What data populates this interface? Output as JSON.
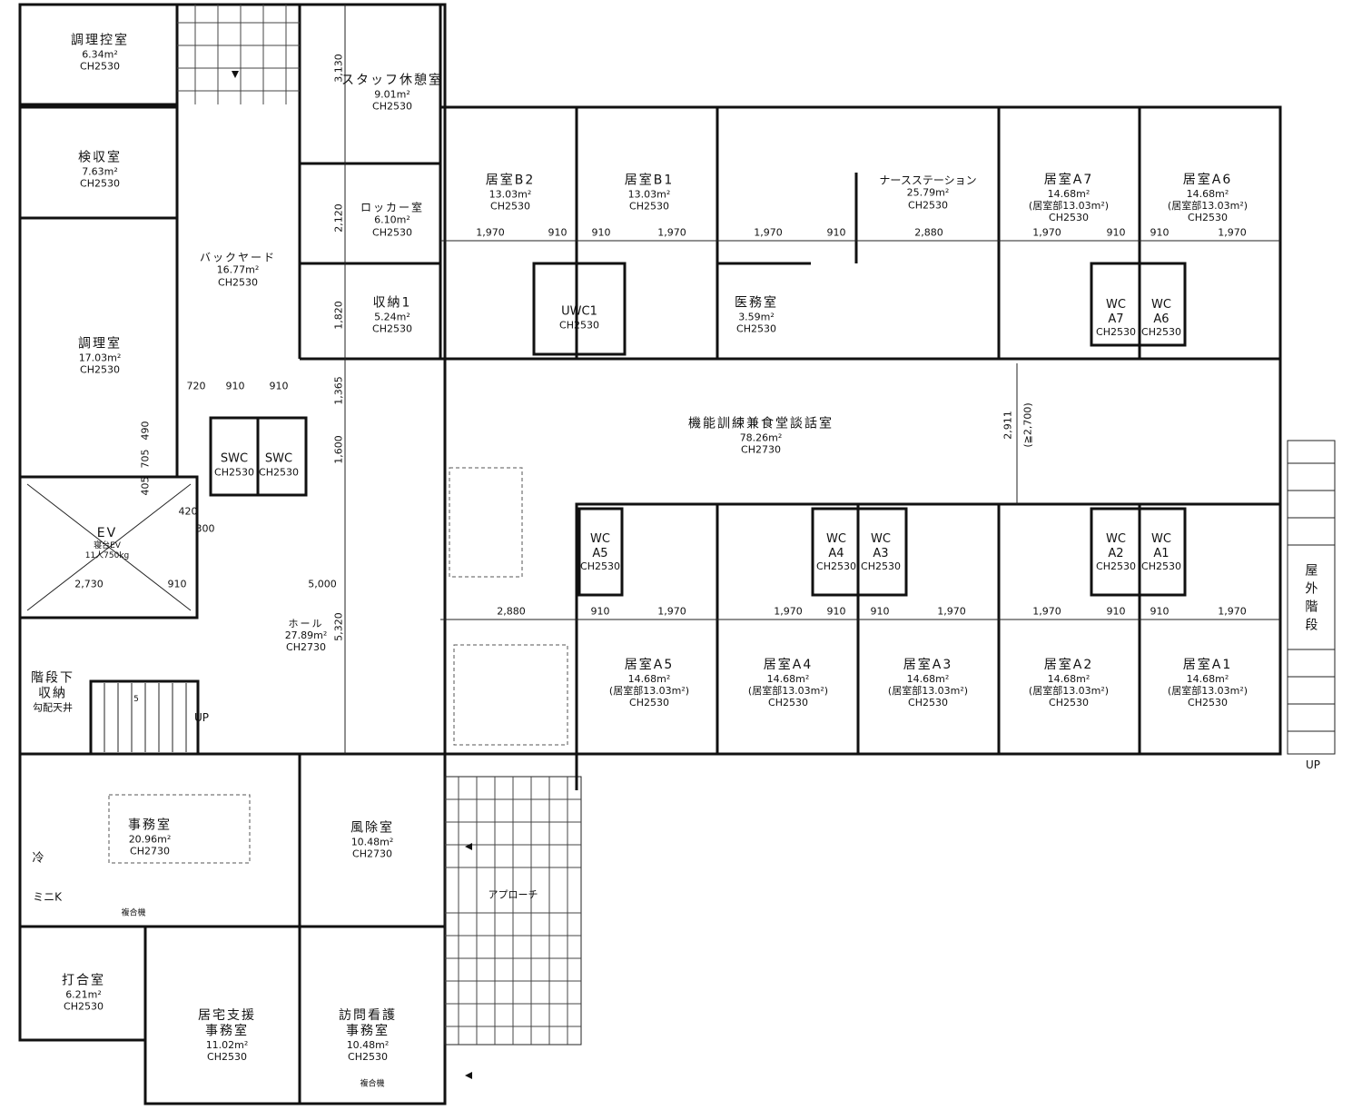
{
  "rooms": [
    {
      "name": "調理控室",
      "area": "6.34m²",
      "ch": "CH2530"
    },
    {
      "name": "検収室",
      "area": "7.63m²",
      "ch": "CH2530"
    },
    {
      "name": "調理室",
      "area": "17.03m²",
      "ch": "CH2530"
    },
    {
      "name": "バックヤード",
      "area": "16.77m²",
      "ch": "CH2530"
    },
    {
      "name": "スタッフ休憩室",
      "area": "9.01m²",
      "ch": "CH2530"
    },
    {
      "name": "ロッカー室",
      "area": "6.10m²",
      "ch": "CH2530"
    },
    {
      "name": "収納1",
      "area": "5.24m²",
      "ch": "CH2530"
    },
    {
      "name": "居室B2",
      "area": "13.03m²",
      "ch": "CH2530"
    },
    {
      "name": "居室B1",
      "area": "13.03m²",
      "ch": "CH2530"
    },
    {
      "name": "ナースステーション",
      "area": "25.79m²",
      "ch": "CH2530"
    },
    {
      "name": "居室A7",
      "area": "14.68m²",
      "sub": "(居室部13.03m²)",
      "ch": "CH2530"
    },
    {
      "name": "居室A6",
      "area": "14.68m²",
      "sub": "(居室部13.03m²)",
      "ch": "CH2530"
    },
    {
      "name": "UWC1",
      "ch": "CH2530"
    },
    {
      "name": "医務室",
      "area": "3.59m²",
      "ch": "CH2530"
    },
    {
      "name": "WC",
      "sub": "A7",
      "ch": "CH2530"
    },
    {
      "name": "WC",
      "sub": "A6",
      "ch": "CH2530"
    },
    {
      "name": "機能訓練兼食堂談話室",
      "area": "78.26m²",
      "ch": "CH2730"
    },
    {
      "name": "SWC",
      "ch": "CH2530"
    },
    {
      "name": "SWC",
      "ch": "CH2530"
    },
    {
      "name": "EV",
      "area": "寝台EV",
      "sub": "11人750kg"
    },
    {
      "name": "ホール",
      "area": "27.89m²",
      "ch": "CH2730"
    },
    {
      "name": "WC",
      "sub": "A5",
      "ch": "CH2530"
    },
    {
      "name": "WC",
      "sub": "A4",
      "ch": "CH2530"
    },
    {
      "name": "WC",
      "sub": "A3",
      "ch": "CH2530"
    },
    {
      "name": "WC",
      "sub": "A2",
      "ch": "CH2530"
    },
    {
      "name": "WC",
      "sub": "A1",
      "ch": "CH2530"
    },
    {
      "name": "居室A5",
      "area": "14.68m²",
      "sub": "(居室部13.03m²)",
      "ch": "CH2530"
    },
    {
      "name": "居室A4",
      "area": "14.68m²",
      "sub": "(居室部13.03m²)",
      "ch": "CH2530"
    },
    {
      "name": "居室A3",
      "area": "14.68m²",
      "sub": "(居室部13.03m²)",
      "ch": "CH2530"
    },
    {
      "name": "居室A2",
      "area": "14.68m²",
      "sub": "(居室部13.03m²)",
      "ch": "CH2530"
    },
    {
      "name": "居室A1",
      "area": "14.68m²",
      "sub": "(居室部13.03m²)",
      "ch": "CH2530"
    },
    {
      "name": "階段下",
      "area": "収納",
      "sub": "勾配天井"
    },
    {
      "name": "事務室",
      "area": "20.96m²",
      "ch": "CH2730"
    },
    {
      "name": "風除室",
      "area": "10.48m²",
      "ch": "CH2730"
    },
    {
      "name": "アプローチ"
    },
    {
      "name": "打合室",
      "area": "6.21m²",
      "ch": "CH2530"
    },
    {
      "name": "居宅支援",
      "sub": "事務室",
      "area": "11.02m²",
      "ch": "CH2530"
    },
    {
      "name": "訪問看護",
      "sub": "事務室",
      "area": "10.48m²",
      "ch": "CH2530"
    },
    {
      "name": "屋外階段"
    }
  ],
  "misc": {
    "fridge": "冷",
    "mini_kitchen": "ミニK",
    "copier1": "複合機",
    "copier2": "複合機",
    "up1": "UP",
    "up2": "UP",
    "step_count": "5"
  },
  "dims": {
    "top": [
      "1,970",
      "910",
      "910",
      "1,970",
      "1,970",
      "910",
      "2,880",
      "1,970",
      "910",
      "910",
      "1,970"
    ],
    "bottom": [
      "2,880",
      "910",
      "1,970",
      "1,970",
      "910",
      "910",
      "1,970",
      "1,970",
      "910",
      "910",
      "1,970"
    ],
    "left": [
      "720",
      "910",
      "910",
      "490",
      "705",
      "405",
      "420",
      "300",
      "2,730",
      "910",
      "5,000"
    ],
    "vertical": [
      "3,130",
      "2,120",
      "1,820",
      "1,365",
      "1,600",
      "5,320",
      "2,911",
      "(≧2,700)"
    ]
  }
}
